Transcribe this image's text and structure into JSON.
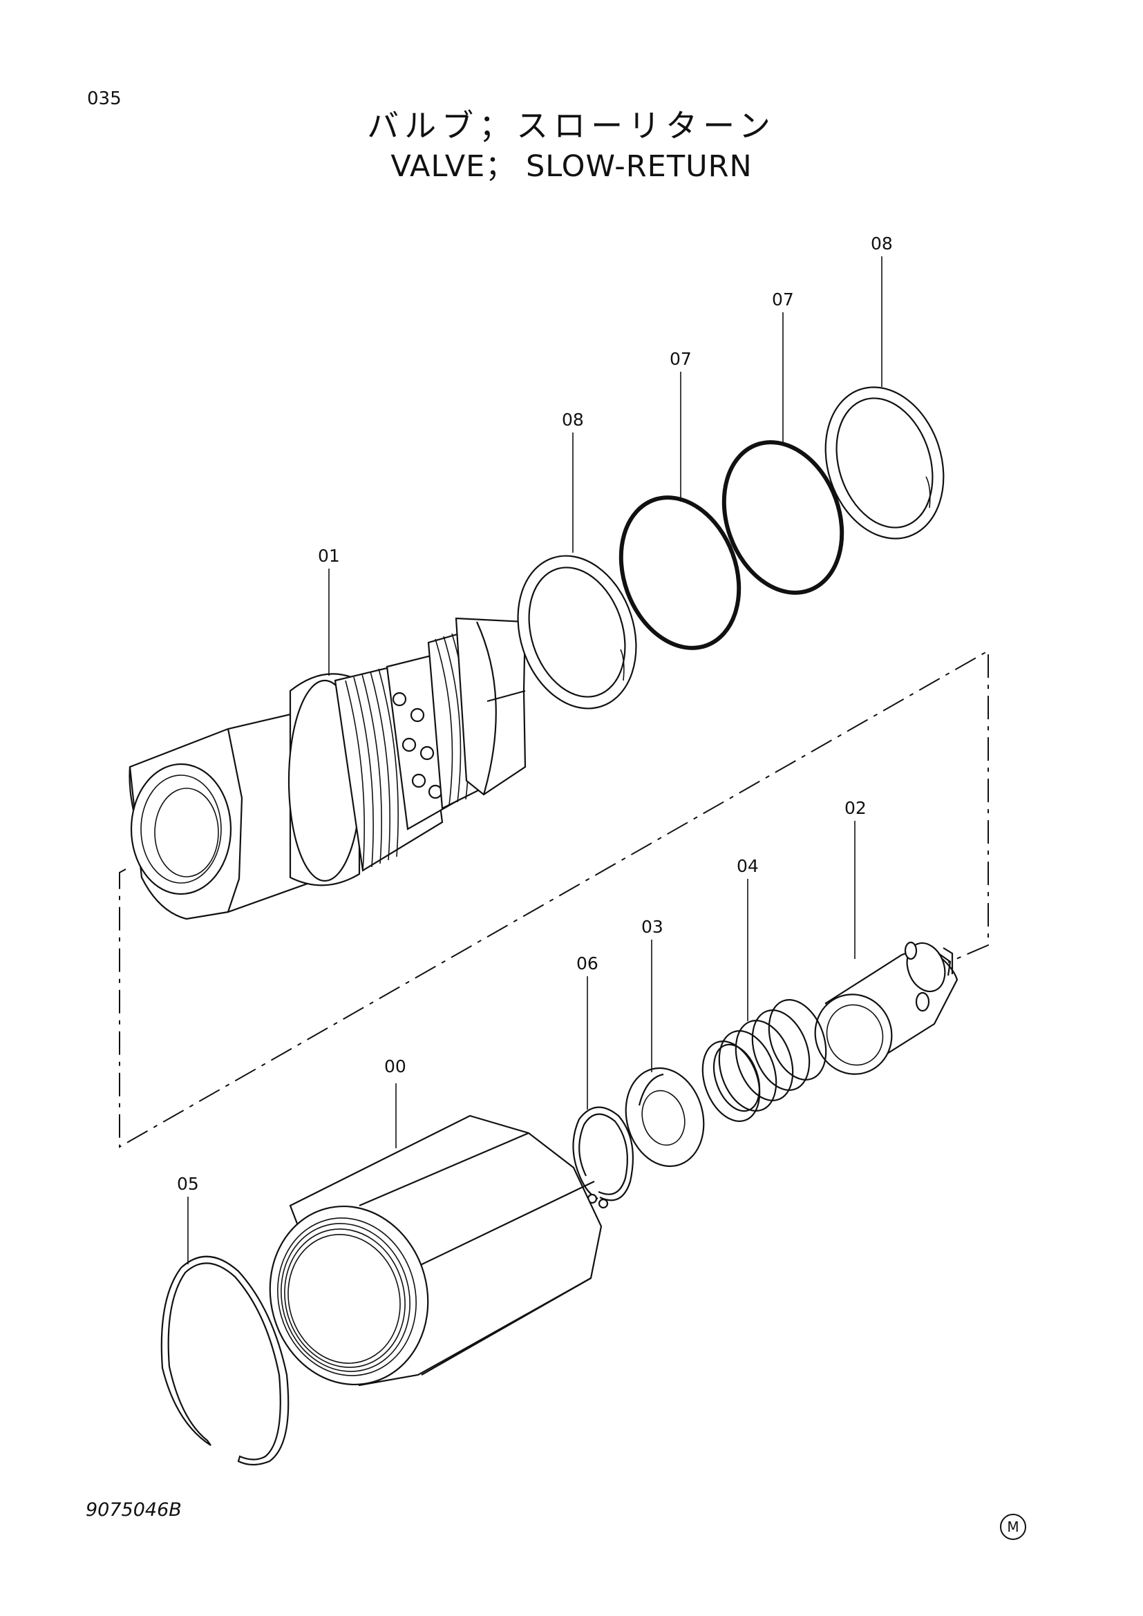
{
  "header": {
    "page_number": "035",
    "title_jp": "バルブ；スローリターン",
    "title_en": "VALVE； SLOW-RETURN"
  },
  "callouts": {
    "c00": "00",
    "c01": "01",
    "c02": "02",
    "c03": "03",
    "c04": "04",
    "c05": "05",
    "c06": "06",
    "c07a": "07",
    "c07b": "07",
    "c08a": "08",
    "c08b": "08"
  },
  "footer": {
    "drawing_number": "9075046B",
    "mark": "M"
  }
}
